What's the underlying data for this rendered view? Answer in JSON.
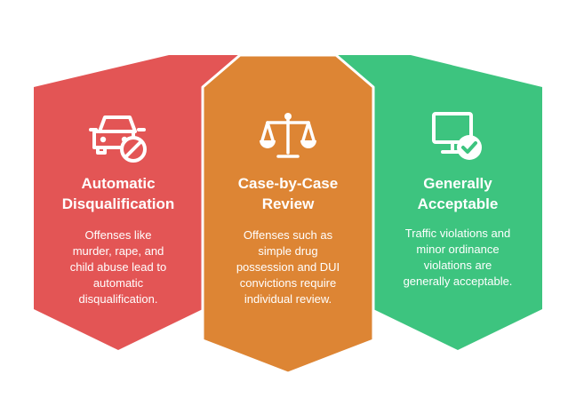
{
  "cards": [
    {
      "id": "automatic-disqualification",
      "color": "#E35555",
      "icon": "car-prohibited-icon",
      "title_lines": [
        "Automatic",
        "Disqualification"
      ],
      "body_lines": [
        "Offenses like",
        "murder, rape, and",
        "child abuse lead to",
        "automatic",
        "disqualification."
      ]
    },
    {
      "id": "case-by-case-review",
      "color": "#DD8534",
      "icon": "scales-icon",
      "title_lines": [
        "Case-by-Case",
        "Review"
      ],
      "body_lines": [
        "Offenses such as",
        "simple drug",
        "possession and DUI",
        "convictions require",
        "individual review."
      ]
    },
    {
      "id": "generally-acceptable",
      "color": "#3DC47F",
      "icon": "monitor-check-icon",
      "title_lines": [
        "Generally",
        "Acceptable"
      ],
      "body_lines": [
        "Traffic violations and",
        "minor ordinance",
        "violations are",
        "generally acceptable."
      ]
    }
  ]
}
